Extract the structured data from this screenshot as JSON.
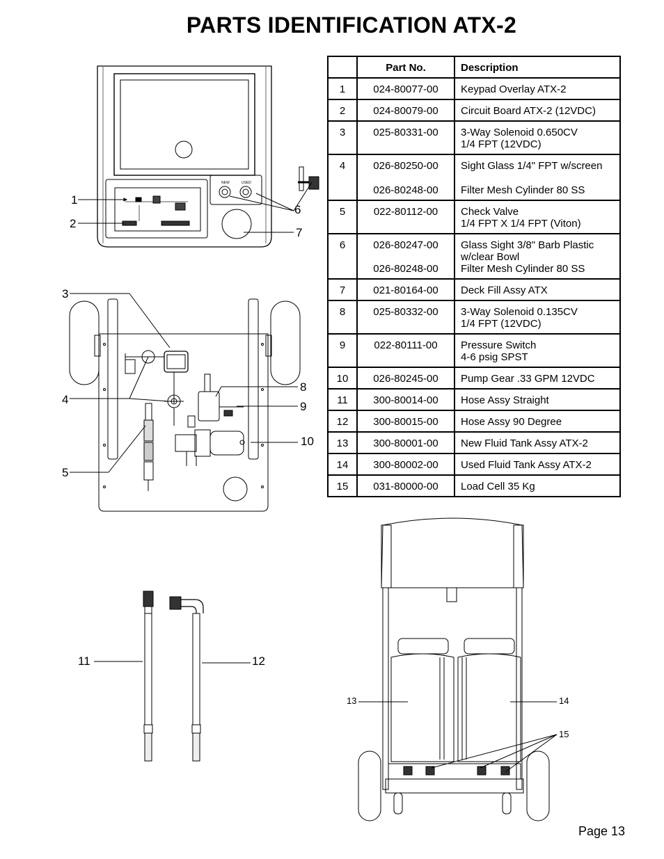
{
  "title": "PARTS IDENTIFICATION ATX-2",
  "table": {
    "headers": [
      "",
      "Part No.",
      "Description"
    ],
    "rows": [
      {
        "num": "1",
        "parts": [
          "024-80077-00"
        ],
        "desc": [
          "Keypad Overlay ATX-2"
        ]
      },
      {
        "num": "2",
        "parts": [
          "024-80079-00"
        ],
        "desc": [
          "Circuit Board ATX-2 (12VDC)"
        ]
      },
      {
        "num": "3",
        "parts": [
          "025-80331-00"
        ],
        "desc": [
          "3-Way Solenoid 0.650CV",
          "1/4 FPT (12VDC)"
        ]
      },
      {
        "num": "4",
        "parts": [
          "026-80250-00",
          "026-80248-00"
        ],
        "desc": [
          "Sight Glass 1/4\" FPT w/screen",
          "Filter Mesh Cylinder 80  SS"
        ]
      },
      {
        "num": "5",
        "parts": [
          "022-80112-00"
        ],
        "desc": [
          "Check Valve",
          "1/4 FPT X 1/4 FPT (Viton)"
        ]
      },
      {
        "num": "6",
        "parts": [
          "026-80247-00",
          "026-80248-00"
        ],
        "desc": [
          "Glass Sight 3/8\" Barb Plastic w/clear Bowl",
          "Filter Mesh Cylinder 80 SS"
        ]
      },
      {
        "num": "7",
        "parts": [
          "021-80164-00"
        ],
        "desc": [
          "Deck Fill Assy ATX"
        ]
      },
      {
        "num": "8",
        "parts": [
          "025-80332-00"
        ],
        "desc": [
          "3-Way Solenoid 0.135CV",
          "1/4 FPT (12VDC)"
        ]
      },
      {
        "num": "9",
        "parts": [
          "022-80111-00"
        ],
        "desc": [
          "Pressure Switch",
          "4-6 psig SPST"
        ]
      },
      {
        "num": "10",
        "parts": [
          "026-80245-00"
        ],
        "desc": [
          "Pump Gear .33 GPM 12VDC"
        ]
      },
      {
        "num": "11",
        "parts": [
          "300-80014-00"
        ],
        "desc": [
          "Hose Assy Straight"
        ]
      },
      {
        "num": "12",
        "parts": [
          "300-80015-00"
        ],
        "desc": [
          "Hose Assy 90 Degree"
        ]
      },
      {
        "num": "13",
        "parts": [
          "300-80001-00"
        ],
        "desc": [
          "New Fluid Tank Assy ATX-2"
        ]
      },
      {
        "num": "14",
        "parts": [
          "300-80002-00"
        ],
        "desc": [
          "Used Fluid Tank Assy ATX-2"
        ]
      },
      {
        "num": "15",
        "parts": [
          "031-80000-00"
        ],
        "desc": [
          "Load Cell 35 Kg"
        ]
      }
    ]
  },
  "callouts": {
    "c1": "1",
    "c2": "2",
    "c3": "3",
    "c4": "4",
    "c5": "5",
    "c6": "6",
    "c7": "7",
    "c8": "8",
    "c9": "9",
    "c10": "10",
    "c11": "11",
    "c12": "12",
    "c13": "13",
    "c14": "14",
    "c15": "15"
  },
  "panel_labels": {
    "new": "NEW",
    "used": "USED"
  },
  "page": "Page 13"
}
